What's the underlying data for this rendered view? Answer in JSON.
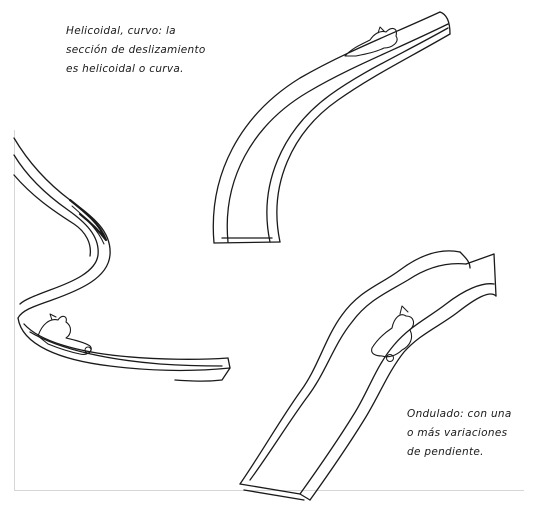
{
  "captions": {
    "helicoidal": {
      "line1": "Helicoidal, curvo: la",
      "line2": "sección de deslizamiento",
      "line3": "es helicoidal o curva."
    },
    "ondulado": {
      "line1": "Ondulado: con una",
      "line2": "o más variaciones",
      "line3": "de pendiente."
    }
  },
  "illustrations": [
    {
      "name": "helicoidal-slide-top",
      "icon": "curved-slide-icon"
    },
    {
      "name": "spiral-slide-left",
      "icon": "spiral-slide-icon",
      "rider": "bear-rider-icon"
    },
    {
      "name": "wavy-slide-bottom",
      "icon": "wavy-slide-icon",
      "rider": "bear-rider-icon"
    }
  ],
  "colors": {
    "ink": "#1a1a1a",
    "paper": "#ffffff",
    "scan_edge": "#d6d6d6"
  }
}
